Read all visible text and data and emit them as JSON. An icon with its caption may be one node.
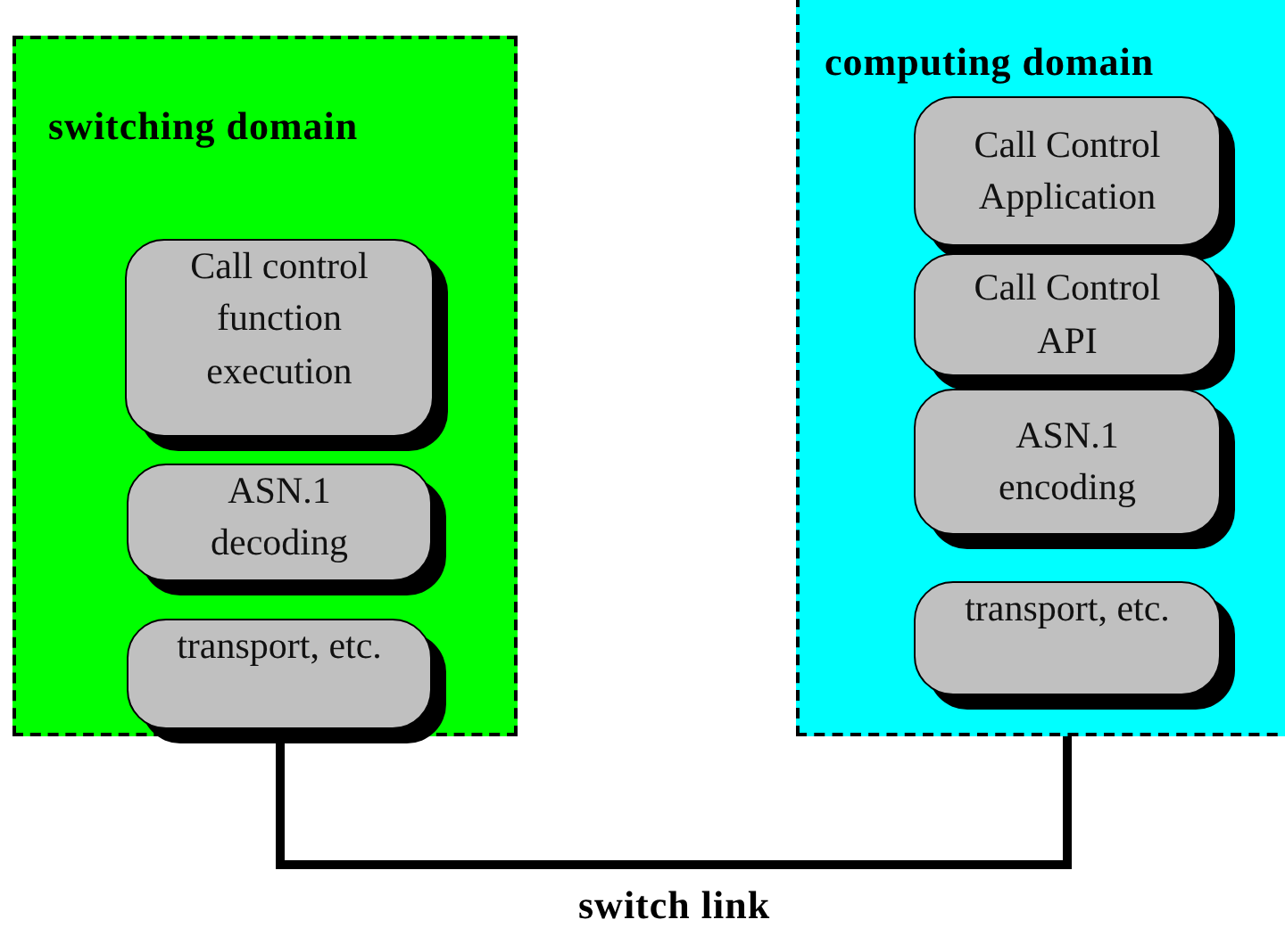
{
  "diagram": {
    "nodes": [
      {
        "text": [
          "switching domain"
        ]
      },
      {
        "text": [
          "Call control function execution"
        ],
        "in": 0
      },
      {
        "text": [
          "ASN.1 decoding"
        ],
        "in": 0
      },
      {
        "text": [
          "transport, etc."
        ],
        "in": 0
      },
      {
        "text": [
          "computing domain"
        ]
      },
      {
        "text": [
          "Call Control Application"
        ],
        "in": 4
      },
      {
        "text": [
          "Call Control API"
        ],
        "in": 4
      },
      {
        "text": [
          "ASN.1 encoding"
        ],
        "in": 4
      },
      {
        "text": [
          "transport, etc."
        ],
        "in": 4
      }
    ],
    "edges": [
      {
        "from": 3,
        "to": 8,
        "arrow": "none",
        "label": "switch link"
      }
    ]
  }
}
